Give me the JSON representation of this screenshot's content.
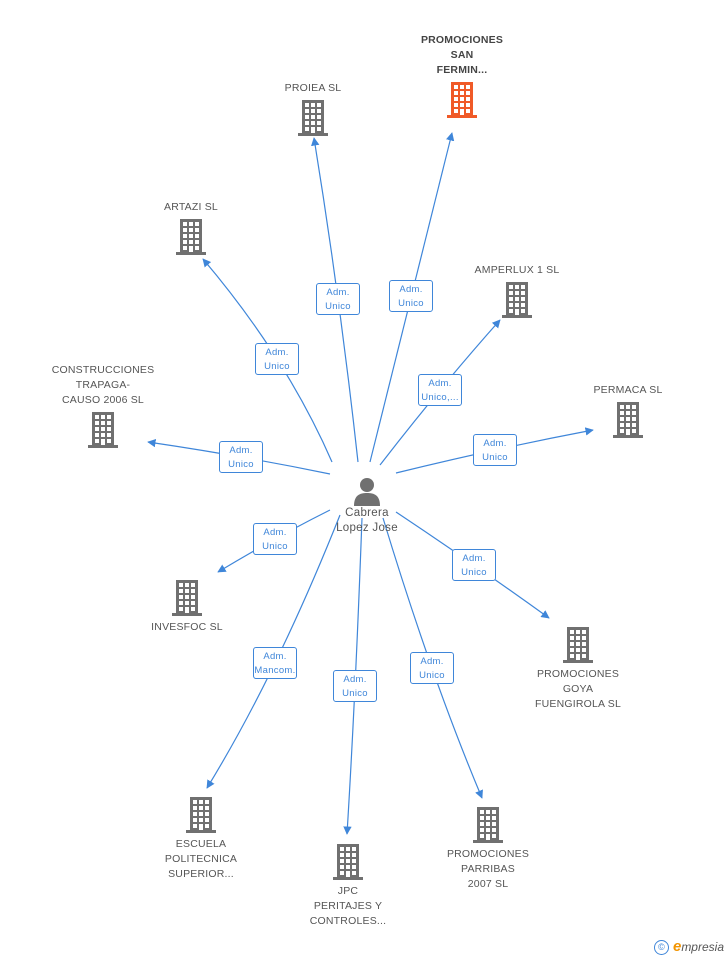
{
  "colors": {
    "edge": "#3f86d9",
    "building": "#707070",
    "building_highlight": "#f05a28",
    "person": "#707070"
  },
  "center": {
    "name": "Cabrera\nLopez Jose",
    "icon": "person-icon"
  },
  "nodes": [
    {
      "id": "promociones-san-fermin",
      "label": "PROMOCIONES\nSAN\nFERMIN...",
      "highlight": true,
      "icon": "building-icon",
      "relation": [
        "Adm.",
        "Unico"
      ]
    },
    {
      "id": "proiea",
      "label": "PROIEA SL",
      "highlight": false,
      "icon": "building-icon",
      "relation": [
        "Adm.",
        "Unico"
      ]
    },
    {
      "id": "artazi",
      "label": "ARTAZI SL",
      "highlight": false,
      "icon": "building-icon",
      "relation": [
        "Adm.",
        "Unico"
      ]
    },
    {
      "id": "amperlux",
      "label": "AMPERLUX 1 SL",
      "highlight": false,
      "icon": "building-icon",
      "relation": [
        "Adm.",
        "Unico,..."
      ]
    },
    {
      "id": "construcciones",
      "label": "CONSTRUCCIONES\nTRAPAGA-\nCAUSO 2006 SL",
      "highlight": false,
      "icon": "building-icon",
      "relation": [
        "Adm.",
        "Unico"
      ]
    },
    {
      "id": "permaca",
      "label": "PERMACA SL",
      "highlight": false,
      "icon": "building-icon",
      "relation": [
        "Adm.",
        "Unico"
      ]
    },
    {
      "id": "invesfoc",
      "label": "INVESFOC SL",
      "highlight": false,
      "icon": "building-icon",
      "relation": [
        "Adm.",
        "Unico"
      ]
    },
    {
      "id": "goya",
      "label": "PROMOCIONES\nGOYA\nFUENGIROLA SL",
      "highlight": false,
      "icon": "building-icon",
      "relation": [
        "Adm.",
        "Unico"
      ]
    },
    {
      "id": "escuela",
      "label": "ESCUELA\nPOLITECNICA\nSUPERIOR...",
      "highlight": false,
      "icon": "building-icon",
      "relation": [
        "Adm.",
        "Mancom."
      ]
    },
    {
      "id": "jpc",
      "label": "JPC\nPERITAJES Y\nCONTROLES...",
      "highlight": false,
      "icon": "building-icon",
      "relation": [
        "Adm.",
        "Unico"
      ]
    },
    {
      "id": "parribas",
      "label": "PROMOCIONES\nPARRIBAS\n2007 SL",
      "highlight": false,
      "icon": "building-icon",
      "relation": [
        "Adm.",
        "Unico"
      ]
    }
  ],
  "footer": {
    "copyright": "©",
    "brand_initial": "e",
    "brand_rest": "mpresia"
  }
}
